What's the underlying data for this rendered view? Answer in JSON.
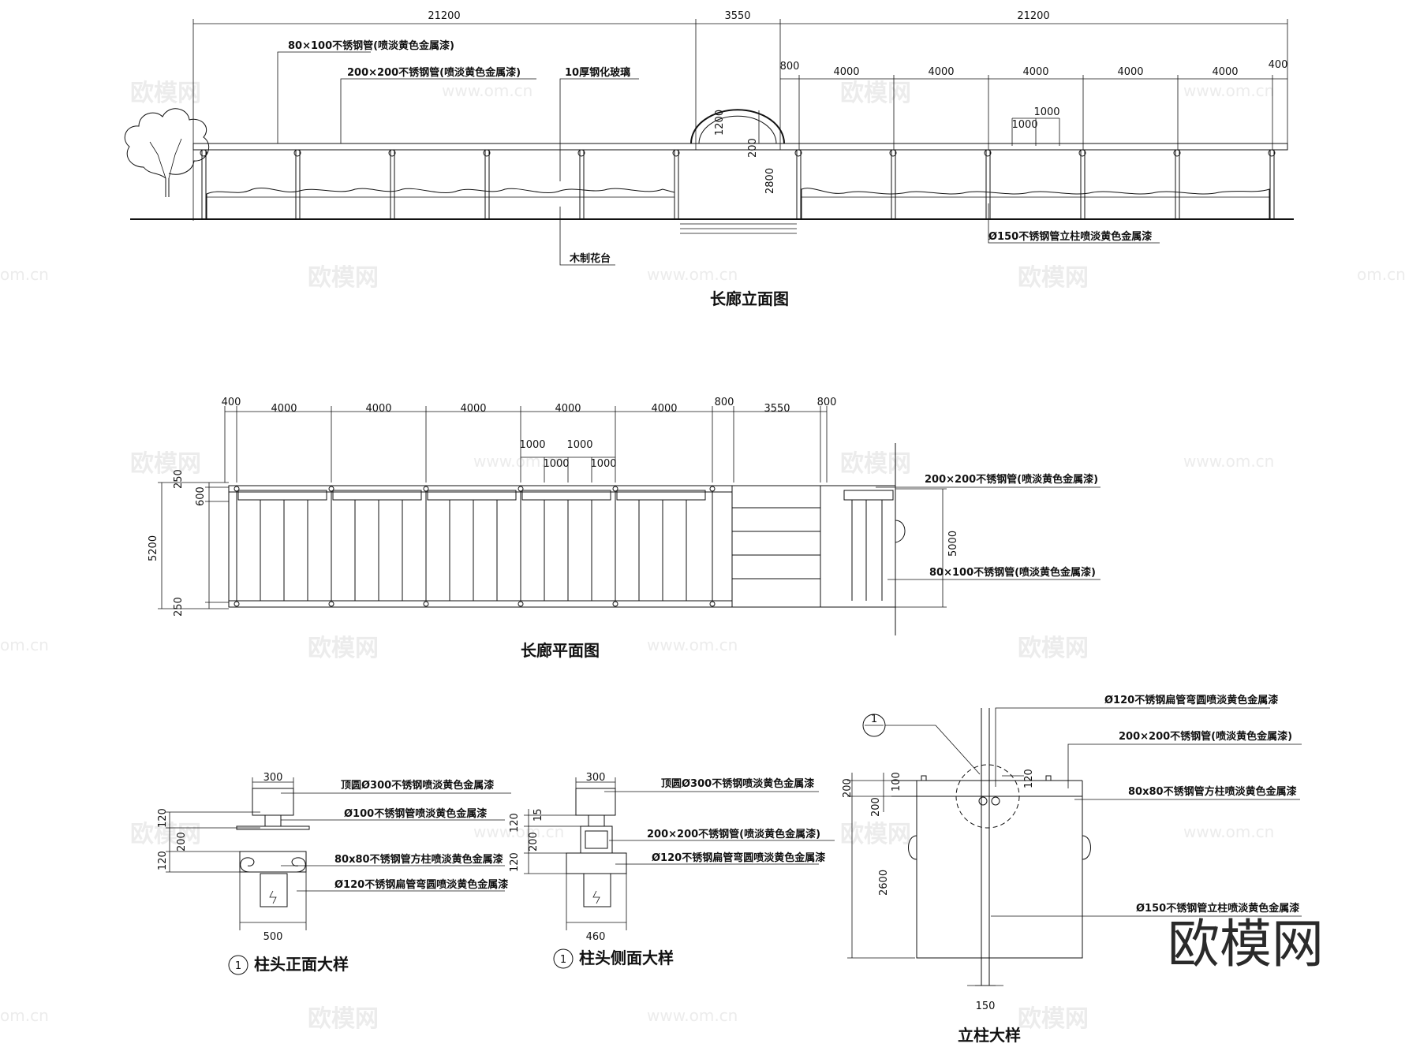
{
  "elevation": {
    "title": "长廊立面图",
    "dims_top": [
      "21200",
      "3550",
      "21200"
    ],
    "dims_bays": [
      "800",
      "4000",
      "4000",
      "4000",
      "4000",
      "4000",
      "400"
    ],
    "dims_small": [
      "1000",
      "1000"
    ],
    "dims_vertical": [
      "1200",
      "200",
      "2800"
    ],
    "notes": {
      "purlin": "80×100不锈钢管(喷淡黄色金属漆)",
      "beam": "200×200不锈钢管(喷淡黄色金属漆)",
      "glass": "10厚钢化玻璃",
      "planter": "木制花台",
      "column": "Ø150不锈钢管立柱喷淡黄色金属漆"
    }
  },
  "plan": {
    "title": "长廊平面图",
    "dims_top": [
      "400",
      "4000",
      "4000",
      "4000",
      "4000",
      "4000",
      "800",
      "3550",
      "800"
    ],
    "dims_small_top": [
      "1000",
      "1000"
    ],
    "dims_small_bottom": [
      "1000",
      "1000"
    ],
    "dims_left": [
      "250",
      "600",
      "5200",
      "250"
    ],
    "dim_right": "5000",
    "notes": {
      "beam": "200×200不锈钢管(喷淡黄色金属漆)",
      "purlin": "80×100不锈钢管(喷淡黄色金属漆)"
    }
  },
  "detail_front": {
    "marker": "1",
    "title": "柱头正面大样",
    "dim_top": "300",
    "dim_bottom": "500",
    "dims_left": [
      "120",
      "200",
      "120"
    ],
    "notes": [
      "顶圆Ø300不锈钢喷淡黄色金属漆",
      "Ø100不锈钢管喷淡黄色金属漆",
      "80x80不锈钢管方柱喷淡黄色金属漆",
      "Ø120不锈钢扁管弯圆喷淡黄色金属漆"
    ]
  },
  "detail_side": {
    "marker": "1",
    "title": "柱头侧面大样",
    "dim_top": "300",
    "dim_bottom": "460",
    "dims_left": [
      "15",
      "120",
      "200",
      "120"
    ],
    "notes": [
      "顶圆Ø300不锈钢喷淡黄色金属漆",
      "200×200不锈钢管(喷淡黄色金属漆)",
      "Ø120不锈钢扁管弯圆喷淡黄色金属漆"
    ]
  },
  "detail_column": {
    "marker": "1",
    "title": "立柱大样",
    "dim_bottom": "150",
    "dims_left": [
      "200",
      "100",
      "200",
      "2600"
    ],
    "dim_right": "120",
    "notes": [
      "Ø120不锈钢扁管弯圆喷淡黄色金属漆",
      "200×200不锈钢管(喷淡黄色金属漆)",
      "80x80不锈钢管方柱喷淡黄色金属漆",
      "Ø150不锈钢管立柱喷淡黄色金属漆"
    ]
  },
  "watermark": {
    "brand": "欧模网",
    "url": "www.om.cn",
    "url_short": "om.cn"
  }
}
